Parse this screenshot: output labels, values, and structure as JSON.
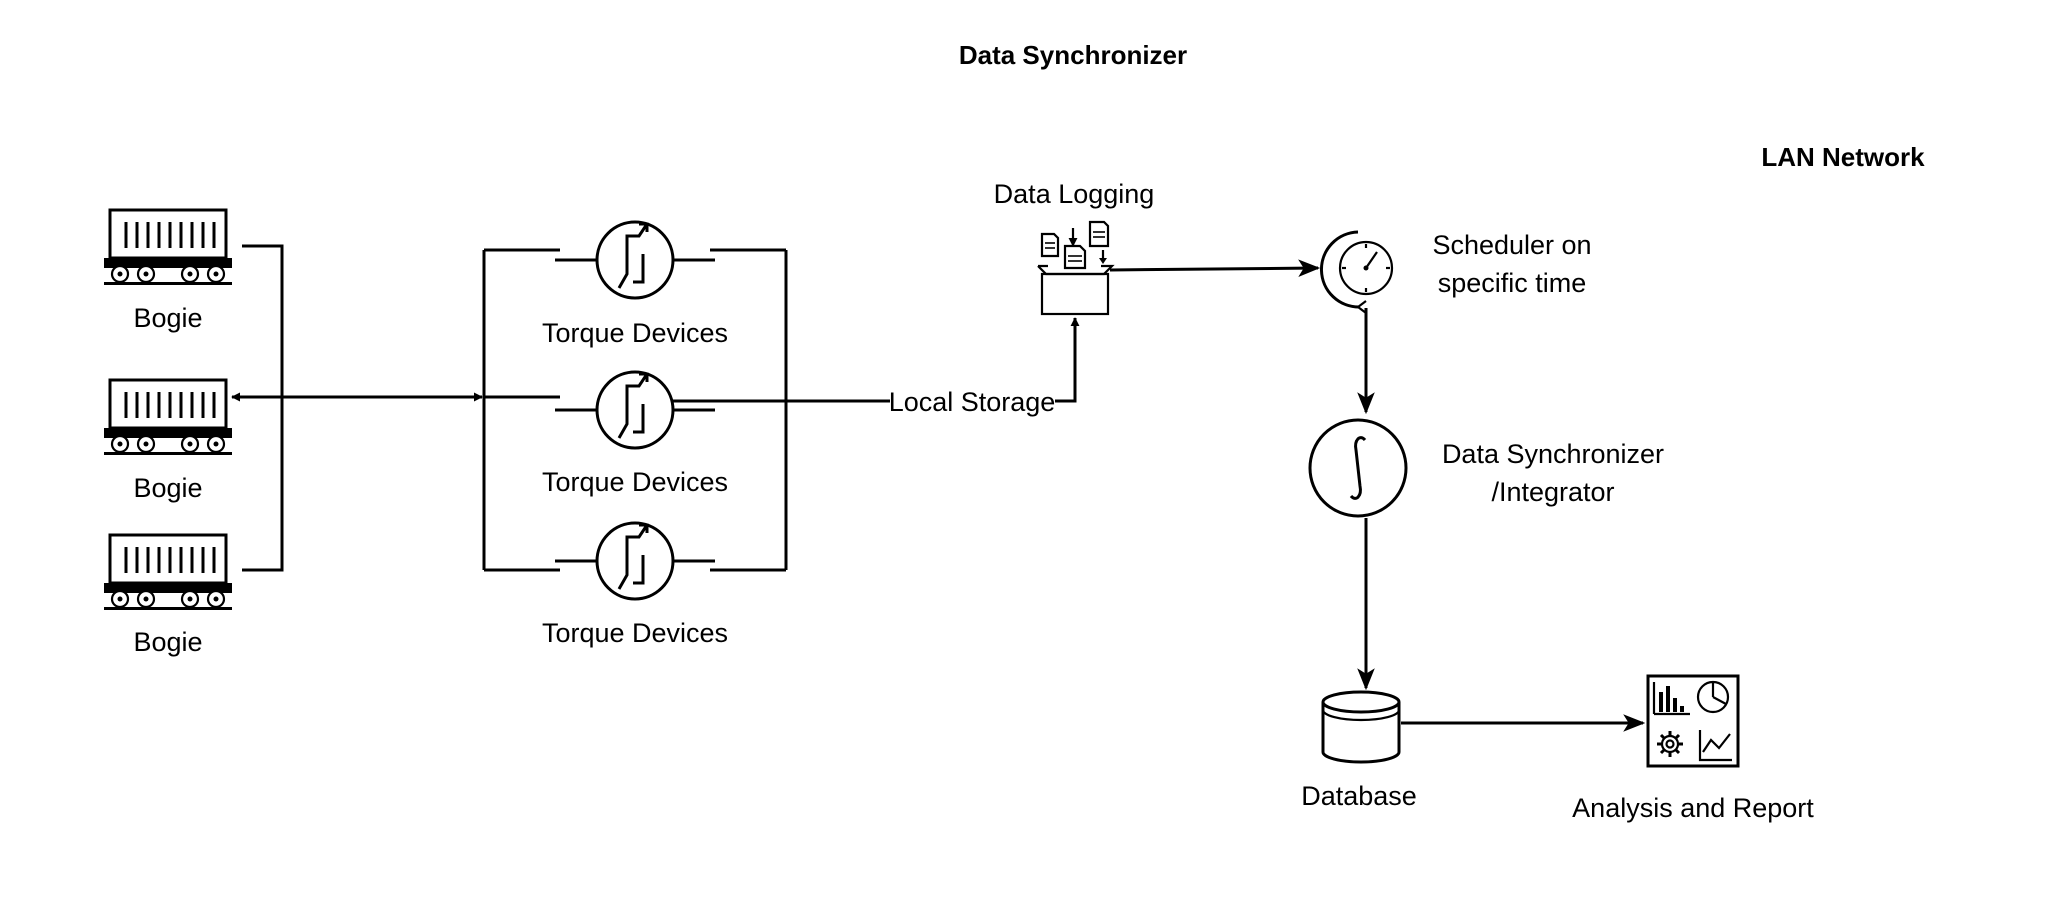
{
  "diagram": {
    "title": "Data Synchronizer",
    "network_label": "LAN Network",
    "bogies": [
      {
        "label": "Bogie"
      },
      {
        "label": "Bogie"
      },
      {
        "label": "Bogie"
      }
    ],
    "torque_devices": [
      {
        "label": "Torque Devices"
      },
      {
        "label": "Torque Devices"
      },
      {
        "label": "Torque Devices"
      }
    ],
    "edge_label": "Local Storage",
    "data_logging": {
      "label": "Data Logging",
      "icon": "document-upload-icon"
    },
    "scheduler": {
      "line1": "Scheduler on",
      "line2": "specific time",
      "icon": "timer-icon"
    },
    "synchronizer": {
      "line1": "Data Synchronizer",
      "line2": "/Integrator",
      "icon": "integral-icon"
    },
    "database": {
      "label": "Database",
      "icon": "database-icon"
    },
    "analysis": {
      "label": "Analysis and Report",
      "icon": "dashboard-icon"
    }
  }
}
